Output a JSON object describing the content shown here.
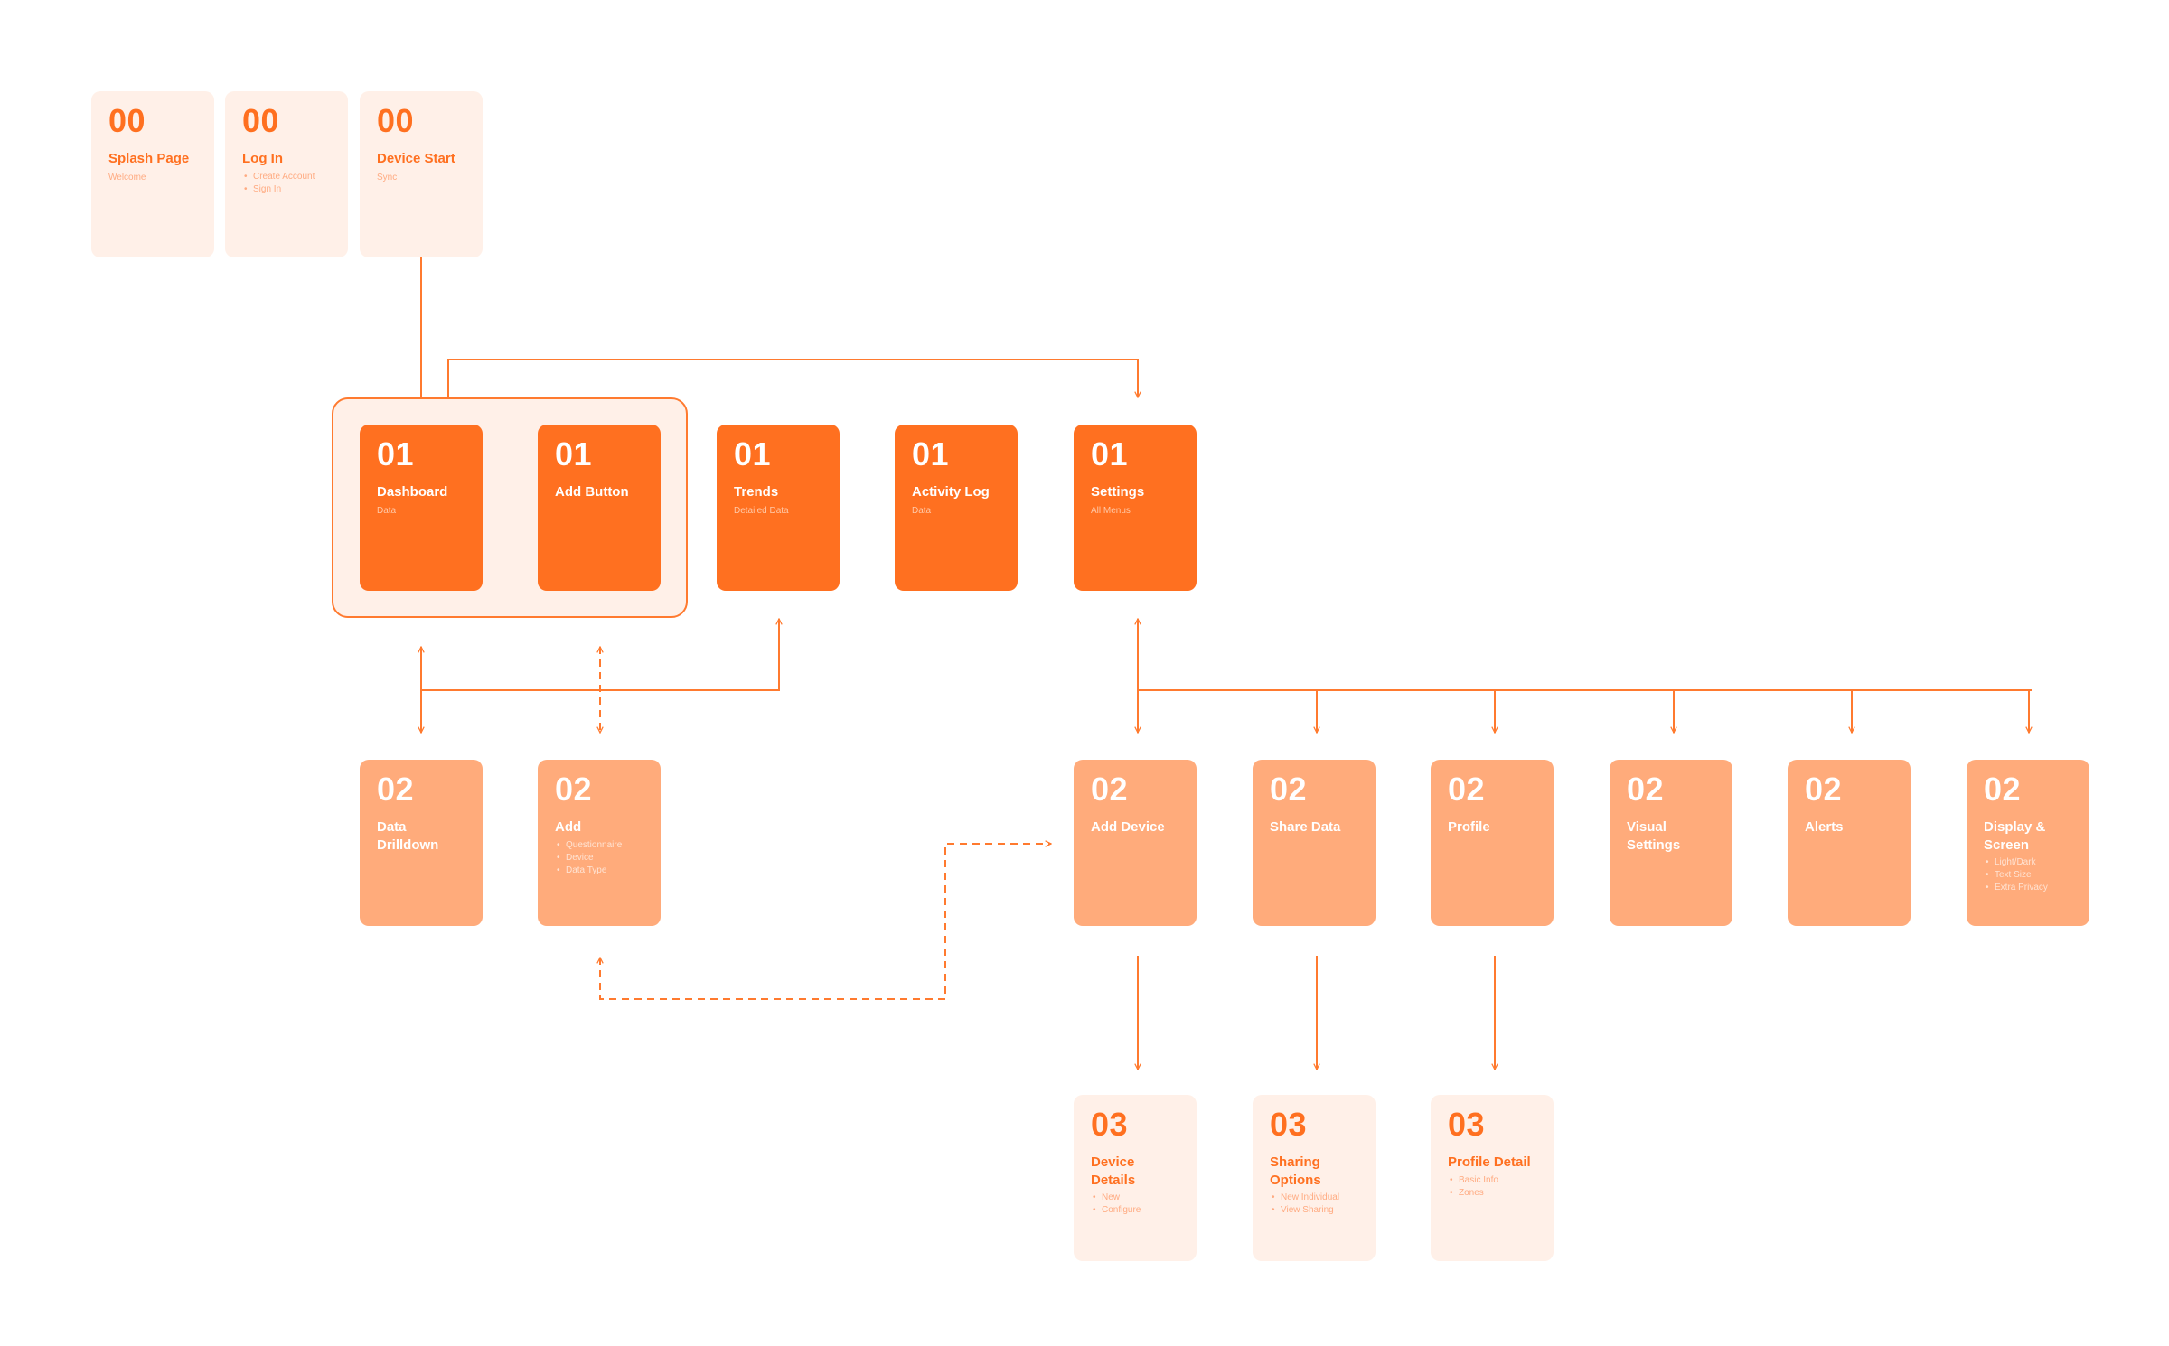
{
  "colors": {
    "accent": "#ff7020",
    "line": "#ff7a2f",
    "light": "#fff0e8",
    "mid": "#ffab7b"
  },
  "cards": {
    "splash": {
      "num": "00",
      "title": "Splash Page",
      "sub": "Welcome"
    },
    "login": {
      "num": "00",
      "title": "Log In",
      "items": [
        "Create Account",
        "Sign In"
      ]
    },
    "device_start": {
      "num": "00",
      "title": "Device Start",
      "sub": "Sync"
    },
    "dashboard": {
      "num": "01",
      "title": "Dashboard",
      "sub": "Data"
    },
    "add_button": {
      "num": "01",
      "title": "Add Button"
    },
    "trends": {
      "num": "01",
      "title": "Trends",
      "sub": "Detailed Data"
    },
    "activity_log": {
      "num": "01",
      "title": "Activity Log",
      "sub": "Data"
    },
    "settings": {
      "num": "01",
      "title": "Settings",
      "sub": "All Menus"
    },
    "data_drilldown": {
      "num": "02",
      "title": "Data Drilldown"
    },
    "add": {
      "num": "02",
      "title": "Add",
      "items": [
        "Questionnaire",
        "Device",
        "Data Type"
      ]
    },
    "add_device": {
      "num": "02",
      "title": "Add Device"
    },
    "share_data": {
      "num": "02",
      "title": "Share Data"
    },
    "profile": {
      "num": "02",
      "title": "Profile"
    },
    "visual_settings": {
      "num": "02",
      "title": "Visual Settings"
    },
    "alerts": {
      "num": "02",
      "title": "Alerts"
    },
    "display_screen": {
      "num": "02",
      "title": "Display & Screen",
      "items": [
        "Light/Dark",
        "Text Size",
        "Extra Privacy"
      ]
    },
    "device_details": {
      "num": "03",
      "title": "Device Details",
      "items": [
        "New",
        "Configure"
      ]
    },
    "sharing_options": {
      "num": "03",
      "title": "Sharing Options",
      "items": [
        "New Individual",
        "View Sharing"
      ]
    },
    "profile_detail": {
      "num": "03",
      "title": "Profile Detail",
      "items": [
        "Basic Info",
        "Zones"
      ]
    }
  }
}
